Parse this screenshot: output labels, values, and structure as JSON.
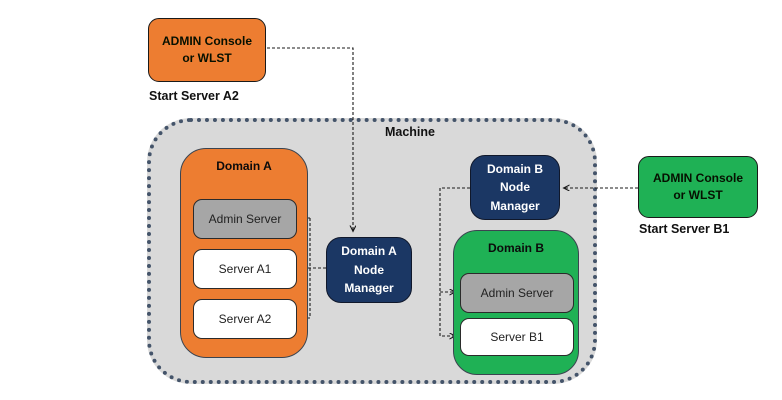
{
  "machine": {
    "label": "Machine"
  },
  "console_a": {
    "line1": "ADMIN Console",
    "line2": "or WLST",
    "caption": "Start Server A2"
  },
  "console_b": {
    "line1": "ADMIN Console",
    "line2": "or WLST",
    "caption": "Start Server B1"
  },
  "domain_a": {
    "title": "Domain A",
    "servers": [
      "Admin Server",
      "Server A1",
      "Server A2"
    ],
    "node_manager": {
      "lines": [
        "Domain A",
        "Node",
        "Manager"
      ]
    }
  },
  "domain_b": {
    "title": "Domain B",
    "servers": [
      "Admin Server",
      "Server B1"
    ],
    "node_manager": {
      "lines": [
        "Domain B",
        "Node",
        "Manager"
      ]
    }
  },
  "connectors": [
    {
      "from": "admin-console-a",
      "to": "domain-a-node-manager",
      "style": "dashed-arrow"
    },
    {
      "from": "domain-a-node-manager",
      "to": "admin-server-a",
      "style": "dashed-arrow"
    },
    {
      "from": "domain-a-node-manager",
      "to": "server-a1",
      "style": "dashed-arrow"
    },
    {
      "from": "domain-a-node-manager",
      "to": "server-a2",
      "style": "dashed-arrow"
    },
    {
      "from": "admin-console-b",
      "to": "domain-b-node-manager",
      "style": "dashed-arrow"
    },
    {
      "from": "domain-b-node-manager",
      "to": "admin-server-b",
      "style": "dashed-arrow"
    },
    {
      "from": "domain-b-node-manager",
      "to": "server-b1",
      "style": "dashed-arrow"
    }
  ],
  "colors": {
    "orange": "#ED7D31",
    "green": "#1FB155",
    "navy": "#1B3764",
    "machine_fill": "#D9D9D9",
    "machine_border": "#44546A",
    "server_gray": "#A6A6A6"
  }
}
